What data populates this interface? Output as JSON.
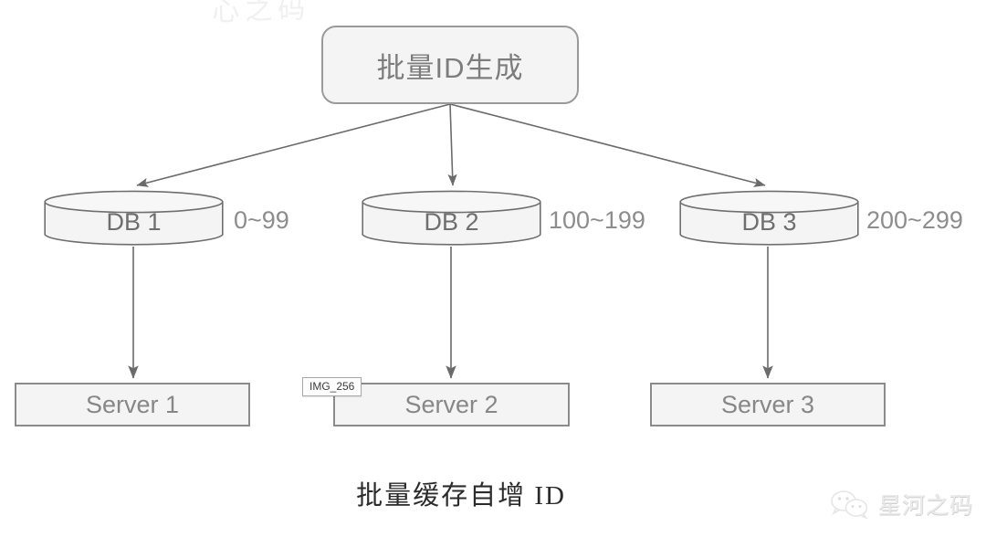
{
  "diagram": {
    "title": "批量缓存自增 ID",
    "process": {
      "label": "批量ID生成"
    },
    "databases": [
      {
        "label": "DB 1",
        "range": "0~99"
      },
      {
        "label": "DB 2",
        "range": "100~199"
      },
      {
        "label": "DB 3",
        "range": "200~299"
      }
    ],
    "servers": [
      {
        "label": "Server 1"
      },
      {
        "label": "Server 2"
      },
      {
        "label": "Server 3"
      }
    ],
    "overlay": {
      "image_chip": "IMG_256"
    },
    "watermark": {
      "brand": "星河之码",
      "top_fragment": "心之码"
    },
    "colors": {
      "stroke": "#8b8b8b",
      "fill": "#f4f4f4",
      "text": "#7d7d7d",
      "range_text": "#8d8d8d",
      "caption_text": "#2b2b2b",
      "canvas": "#ffffff"
    }
  }
}
